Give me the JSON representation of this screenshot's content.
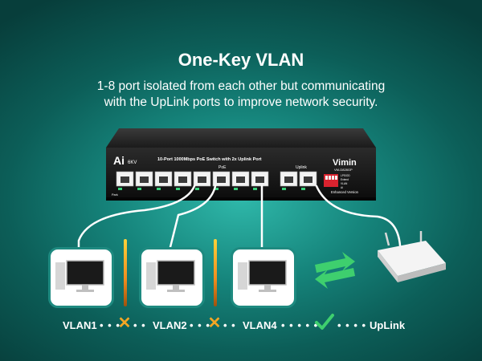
{
  "title": "One-Key VLAN",
  "subtitle": {
    "line1": "1-8 port isolated from each other but communicating",
    "line2": "with the UpLink ports to improve network security."
  },
  "switch": {
    "logo": "Ai",
    "logo_badge": "6KV",
    "header": "10-Port 1000Mbps PoE Switch with 2x Uplink Port",
    "poe_label": "PoE",
    "uplink_label": "Uplink",
    "brand": "Vimin",
    "model": "VM-D828GP",
    "dip_labels": [
      "LPS/OD",
      "Extend",
      "VLAN",
      "Ai"
    ],
    "edition": "Enhanced Version",
    "park_label": "Park"
  },
  "network": {
    "labels": [
      "VLAN1",
      "VLAN2",
      "VLAN4",
      "UpLink"
    ],
    "separator_icons": [
      "x-icon",
      "x-icon",
      "check-icon"
    ]
  },
  "colors": {
    "accent": "#2ec2b0",
    "x_mark": "#f5a623",
    "check_mark": "#3ecf6e",
    "divider": "#f29c26"
  }
}
